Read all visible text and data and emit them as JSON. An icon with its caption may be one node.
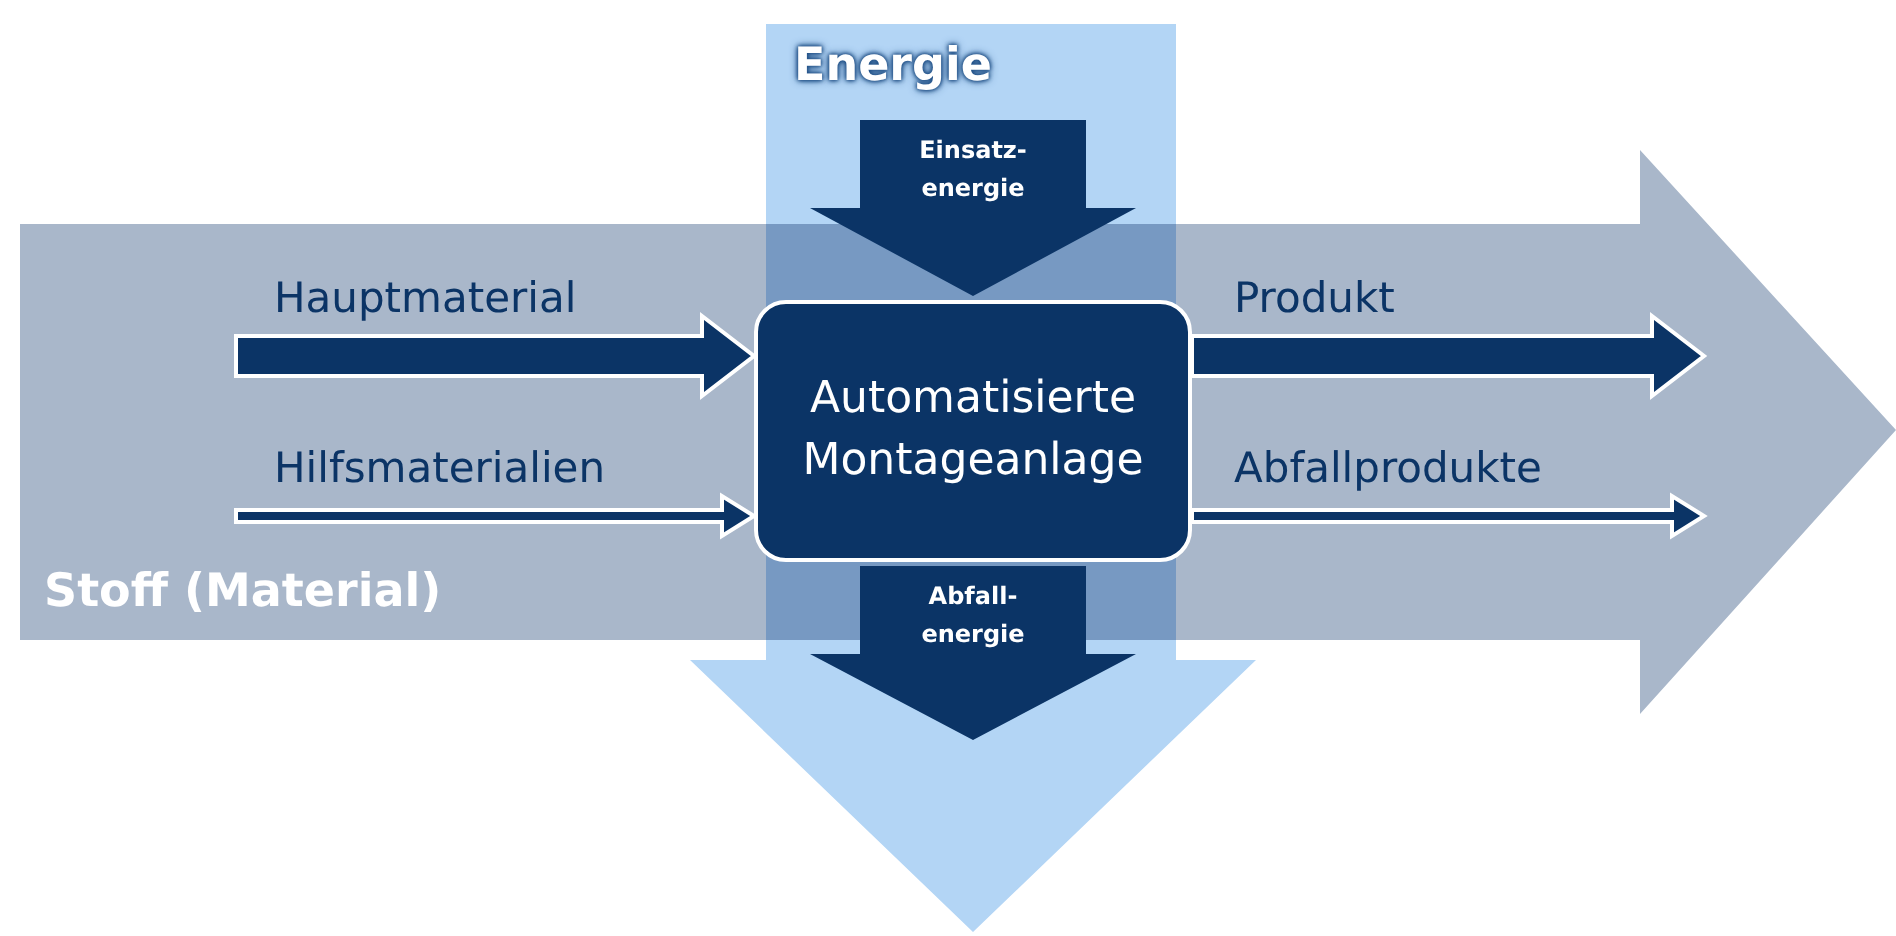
{
  "diagram": {
    "nodes": [
      {
        "text": [
          "Stoff (Material)"
        ]
      },
      {
        "text": [
          "Energie"
        ]
      },
      {
        "text": [
          "Automatisierte Montageanlage"
        ]
      },
      {
        "text": [
          "Einsatz- energie"
        ],
        "in": 1
      },
      {
        "text": [
          "Abfall- energie"
        ],
        "in": 1
      }
    ],
    "edges": [
      {
        "from": 0,
        "to": 2,
        "arrow": "to",
        "label": "Hauptmaterial",
        "style": "thick"
      },
      {
        "from": 0,
        "to": 2,
        "arrow": "to",
        "label": "Hilfsmaterialien"
      },
      {
        "from": 2,
        "to": 0,
        "arrow": "to",
        "label": "Produkt",
        "style": "thick"
      },
      {
        "from": 2,
        "to": 0,
        "arrow": "to",
        "label": "Abfallprodukte"
      }
    ]
  }
}
